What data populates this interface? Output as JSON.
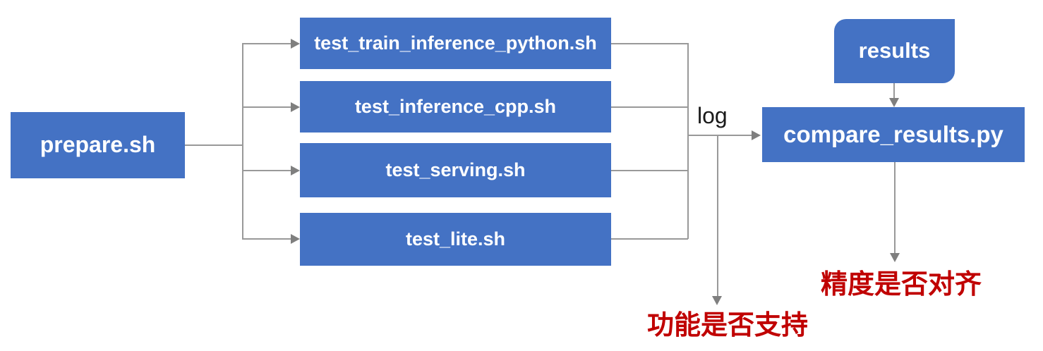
{
  "nodes": {
    "prepare": "prepare.sh",
    "tests": [
      "test_train_inference_python.sh",
      "test_inference_cpp.sh",
      "test_serving.sh",
      "test_lite.sh"
    ],
    "compare": "compare_results.py",
    "results": "results"
  },
  "labels": {
    "log": "log",
    "function_support": "功能是否支持",
    "accuracy_align": "精度是否对齐"
  },
  "colors": {
    "node_fill": "#4472C4",
    "node_text": "#FFFFFF",
    "connector": "#999999",
    "arrowhead": "#7F7F7F",
    "edge_label": "#1A1A1A",
    "annotation": "#C00000"
  }
}
